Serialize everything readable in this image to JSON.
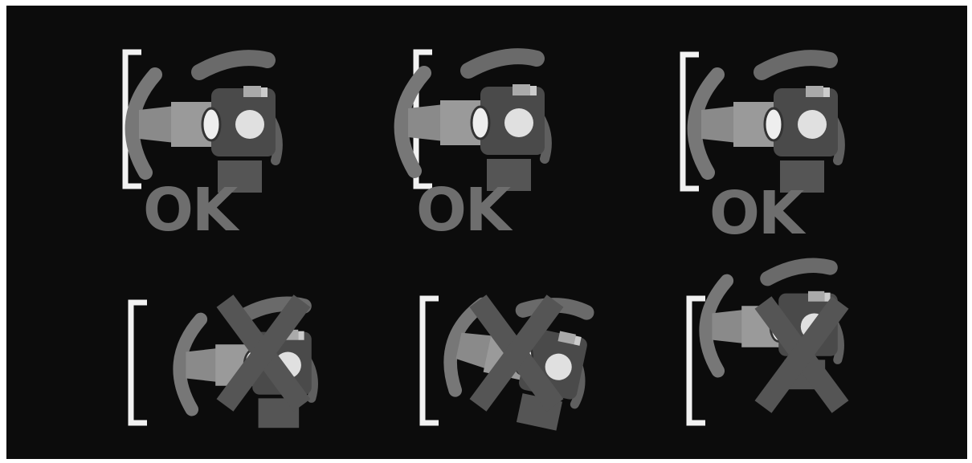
{
  "figure": {
    "panels": [
      {
        "row": "top",
        "position": 1,
        "verdict": "OK",
        "label": "OK"
      },
      {
        "row": "top",
        "position": 2,
        "verdict": "OK",
        "label": "OK"
      },
      {
        "row": "top",
        "position": 3,
        "verdict": "OK",
        "label": "OK"
      },
      {
        "row": "bottom",
        "position": 1,
        "verdict": "incorrect",
        "mark_icon": "cross-mark-icon"
      },
      {
        "row": "bottom",
        "position": 2,
        "verdict": "incorrect",
        "mark_icon": "cross-mark-icon"
      },
      {
        "row": "bottom",
        "position": 3,
        "verdict": "incorrect",
        "mark_icon": "cross-mark-icon"
      }
    ]
  },
  "colors": {
    "background": "#0c0c0c",
    "frame_bracket": "#f2f2f2",
    "camera_body": "#4a4a4a",
    "camera_detail": "#8a8a8a",
    "lens_highlight": "#eeeeee",
    "label_gray": "#6e6e6e",
    "cross_gray": "#555555"
  }
}
